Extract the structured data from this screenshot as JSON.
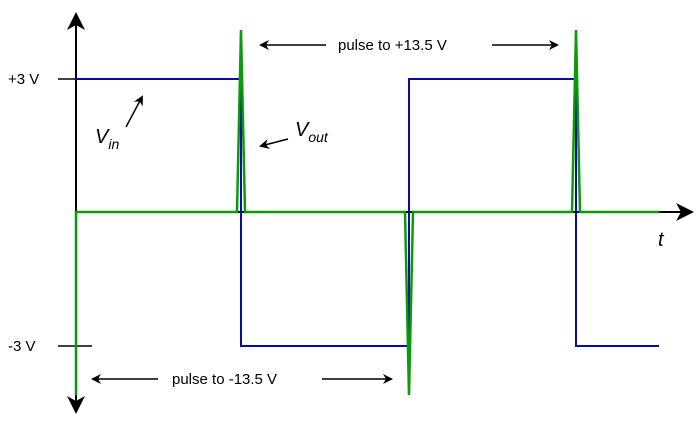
{
  "diagram": {
    "y_labels": {
      "pos": "+3 V",
      "neg": "-3 V"
    },
    "time_label": "t",
    "vin_label": {
      "main": "V",
      "sub": "in"
    },
    "vout_label": {
      "main": "V",
      "sub": "out"
    },
    "annotations": {
      "pos_pulse": "pulse to +13.5 V",
      "neg_pulse": "pulse to -13.5 V"
    },
    "colors": {
      "vin": "#0a0aa8",
      "vout": "#0a9a0a",
      "axis": "#000000"
    }
  }
}
